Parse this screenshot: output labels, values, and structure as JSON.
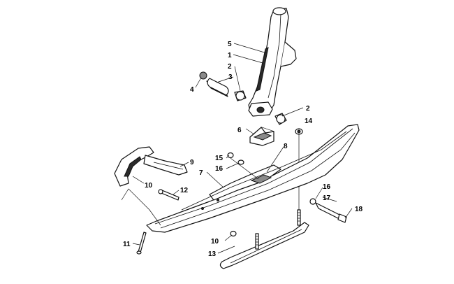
{
  "diagram": {
    "callouts": [
      {
        "id": "c5",
        "text": "5"
      },
      {
        "id": "c1",
        "text": "1"
      },
      {
        "id": "c2a",
        "text": "2"
      },
      {
        "id": "c3",
        "text": "3"
      },
      {
        "id": "c4",
        "text": "4"
      },
      {
        "id": "c2b",
        "text": "2"
      },
      {
        "id": "c14",
        "text": "14"
      },
      {
        "id": "c6",
        "text": "6"
      },
      {
        "id": "c8",
        "text": "8"
      },
      {
        "id": "c15",
        "text": "15"
      },
      {
        "id": "c16a",
        "text": "16"
      },
      {
        "id": "c9",
        "text": "9"
      },
      {
        "id": "c7",
        "text": "7"
      },
      {
        "id": "c10a",
        "text": "10"
      },
      {
        "id": "c12",
        "text": "12"
      },
      {
        "id": "c16b",
        "text": "16"
      },
      {
        "id": "c17",
        "text": "17"
      },
      {
        "id": "c18",
        "text": "18"
      },
      {
        "id": "c11",
        "text": "11"
      },
      {
        "id": "c10b",
        "text": "10"
      },
      {
        "id": "c13",
        "text": "13"
      }
    ]
  }
}
